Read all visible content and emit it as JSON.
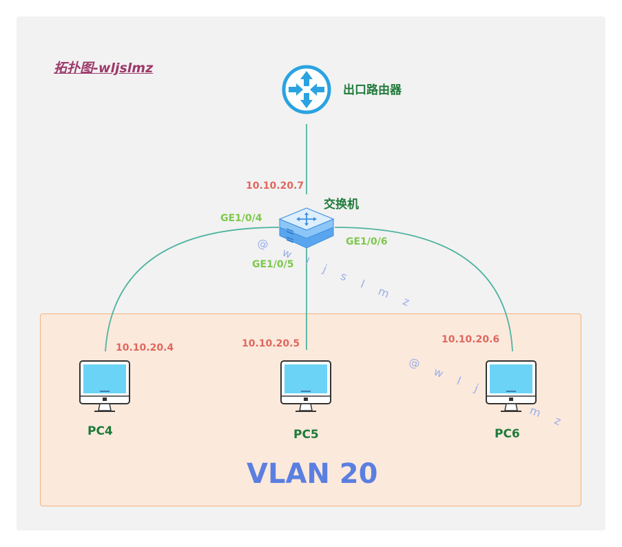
{
  "title": "拓扑图-wljslmz",
  "devices": {
    "router": {
      "label": "出口路由器",
      "icon": "router-icon"
    },
    "switch": {
      "label": "交换机",
      "ip": "10.10.20.7",
      "icon": "switch-icon"
    },
    "pcs": [
      {
        "label": "PC4",
        "ip": "10.10.20.4",
        "port": "GE1/0/4",
        "icon": "pc-icon"
      },
      {
        "label": "PC5",
        "ip": "10.10.20.5",
        "port": "GE1/0/5",
        "icon": "pc-icon"
      },
      {
        "label": "PC6",
        "ip": "10.10.20.6",
        "port": "GE1/0/6",
        "icon": "pc-icon"
      }
    ]
  },
  "vlan": {
    "label": "VLAN 20"
  },
  "watermark": "@ w l j s l m z",
  "colors": {
    "link": "#4fb3a0",
    "router_blue": "#2aa3e0",
    "vlan_fill": "#fbe9dc",
    "vlan_border": "#f0b27a",
    "ip": "#e0675d",
    "port": "#7cc84a",
    "device_label": "#1f7a3a",
    "title": "#9c3a6b",
    "vlan_text": "#5b7fe0"
  }
}
